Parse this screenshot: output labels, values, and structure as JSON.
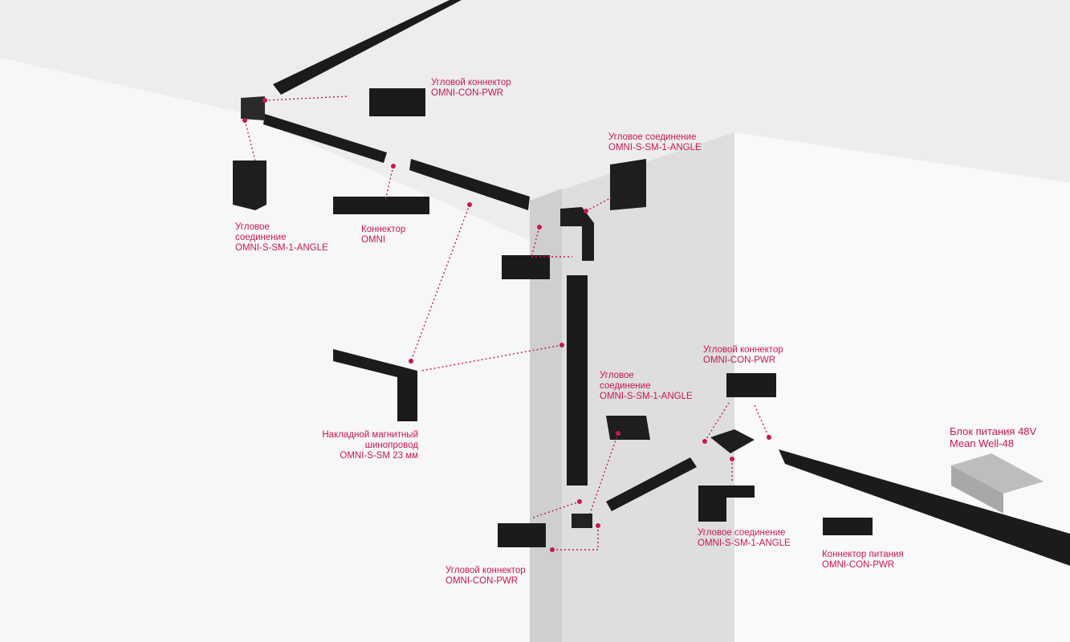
{
  "colors": {
    "accent": "#c8174f",
    "track": "#1b1b1b",
    "wall": "#f4f4f4",
    "ceiling": "#ececec",
    "wall_shade": "#d8d8d8"
  },
  "labels": [
    {
      "id": "ceiling-corner-connector",
      "lines": [
        "Угловой коннектор",
        "OMNI-CON-PWR"
      ]
    },
    {
      "id": "upper-corner-joint",
      "lines": [
        "Угловое соединение",
        "OMNI-S-SM-1-ANGLE"
      ]
    },
    {
      "id": "left-corner-joint",
      "lines": [
        "Угловое",
        "соединение",
        "OMNI-S-SM-1-ANGLE"
      ]
    },
    {
      "id": "omni-connector",
      "lines": [
        "Коннектор",
        "OMNI"
      ]
    },
    {
      "id": "surface-busbar",
      "lines": [
        "Накладной магнитный",
        "шинопровод",
        "OMNI-S-SM 23 мм"
      ]
    },
    {
      "id": "middle-corner-joint",
      "lines": [
        "Угловое",
        "соединение",
        "OMNI-S-SM-1-ANGLE"
      ]
    },
    {
      "id": "right-corner-connector",
      "lines": [
        "Угловой коннектор",
        "OMNI-CON-PWR"
      ]
    },
    {
      "id": "psu",
      "lines": [
        "Блок питания 48V",
        "Mean Well-48"
      ]
    },
    {
      "id": "floor-corner-joint",
      "lines": [
        "Угловое соединение",
        "OMNI-S-SM-1-ANGLE"
      ]
    },
    {
      "id": "bottom-corner-connector",
      "lines": [
        "Угловой коннектор",
        "OMNI-CON-PWR"
      ]
    },
    {
      "id": "power-connector",
      "lines": [
        "Коннектор питания",
        "OMNI-CON-PWR"
      ]
    }
  ]
}
